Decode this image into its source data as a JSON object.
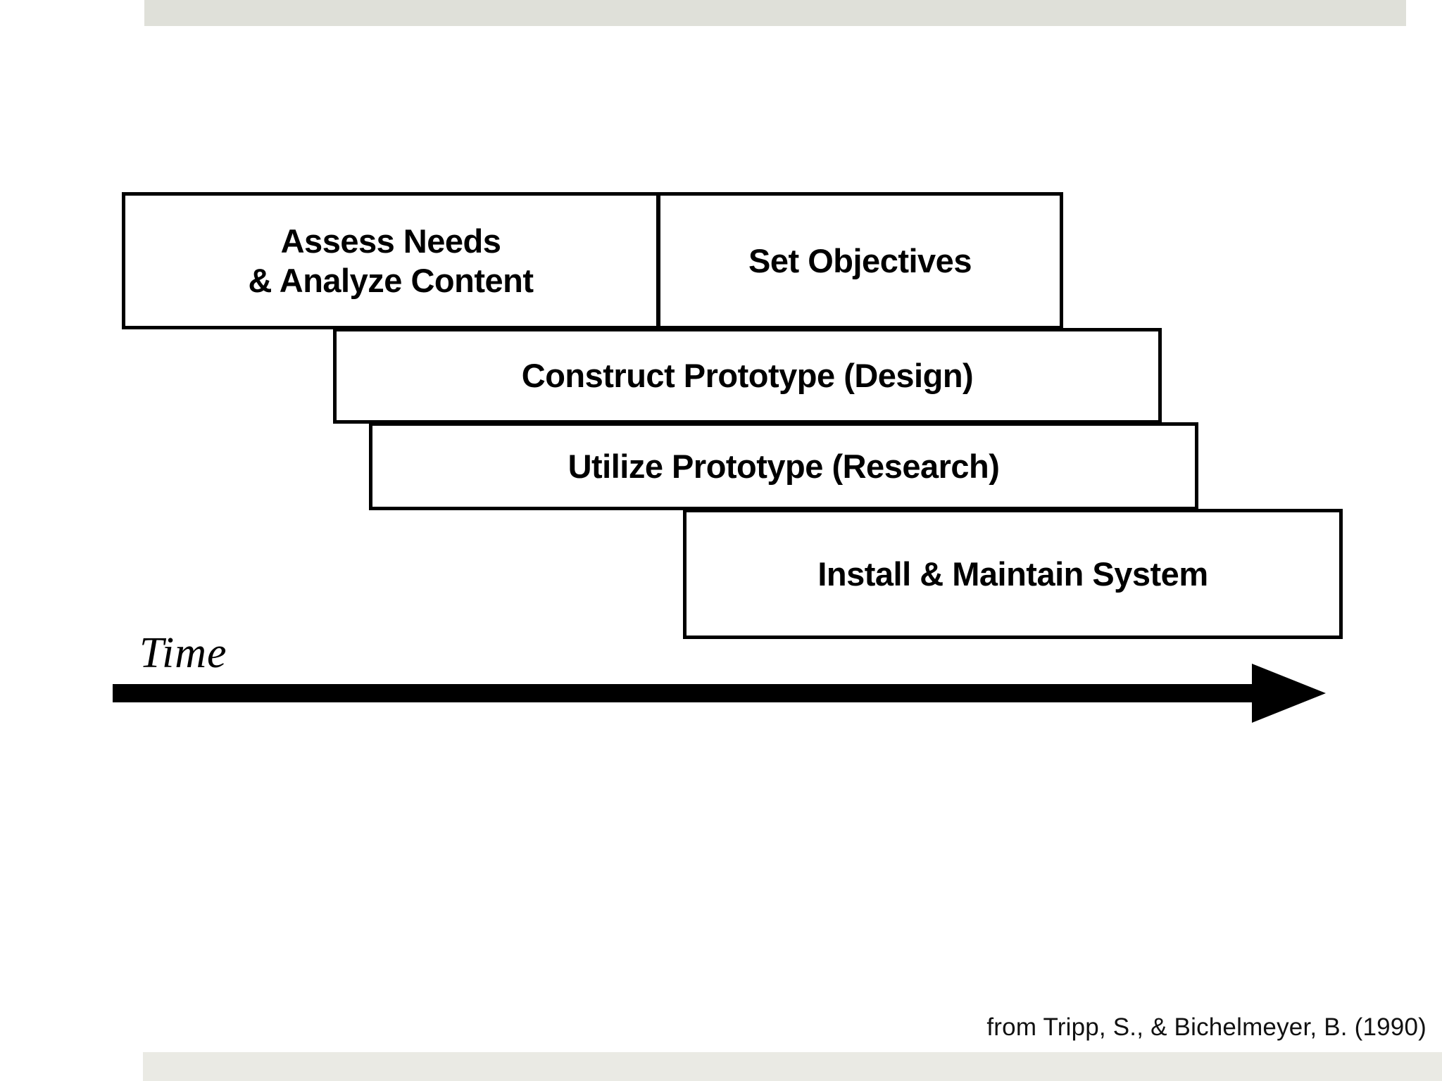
{
  "slide": {
    "background_color": "#ffffff",
    "band_color": "#dfe0d9",
    "band_color_bottom": "#eaeae4"
  },
  "diagram": {
    "type": "overlapping-phase-timeline",
    "line_color": "#000000",
    "phases": [
      {
        "id": "assess-needs",
        "label": "Assess Needs\n& Analyze Content",
        "row": 1
      },
      {
        "id": "set-objectives",
        "label": "Set Objectives",
        "row": 1
      },
      {
        "id": "construct-prototype",
        "label": "Construct Prototype (Design)",
        "row": 2
      },
      {
        "id": "utilize-prototype",
        "label": "Utilize Prototype (Research)",
        "row": 3
      },
      {
        "id": "install-maintain",
        "label": "Install & Maintain System",
        "row": 4
      }
    ],
    "axis": {
      "label": "Time",
      "direction": "left-to-right"
    }
  },
  "attribution": {
    "text": "from Tripp, S., & Bichelmeyer, B. (1990)"
  }
}
